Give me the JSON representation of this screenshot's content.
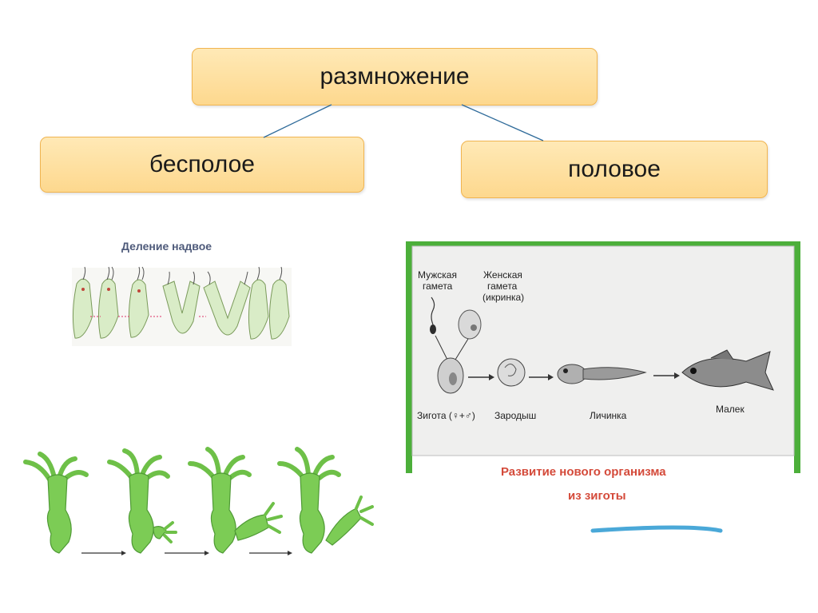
{
  "diagram": {
    "root": "размножение",
    "left_branch": "бесполое",
    "right_branch": "половое"
  },
  "asexual": {
    "budding_protist_title": "Деление надвое"
  },
  "sexual": {
    "male_gamete": [
      "Мужская",
      "гамета"
    ],
    "female_gamete": [
      "Женская",
      "гамета",
      "(икринка)"
    ],
    "zygote": "Зигота (♀+♂)",
    "embryo": "Зародыш",
    "larva": "Личинка",
    "fry": "Малек",
    "caption_line1": "Развитие нового организма",
    "caption_line2": "из зиготы"
  },
  "colors": {
    "box_fill": "#fdd88e",
    "box_border": "#f0b450",
    "connector": "#2f6b9a",
    "hydra_green": "#7ccc55",
    "caption_red": "#d44a3a",
    "frame_green": "#4caf3a"
  }
}
